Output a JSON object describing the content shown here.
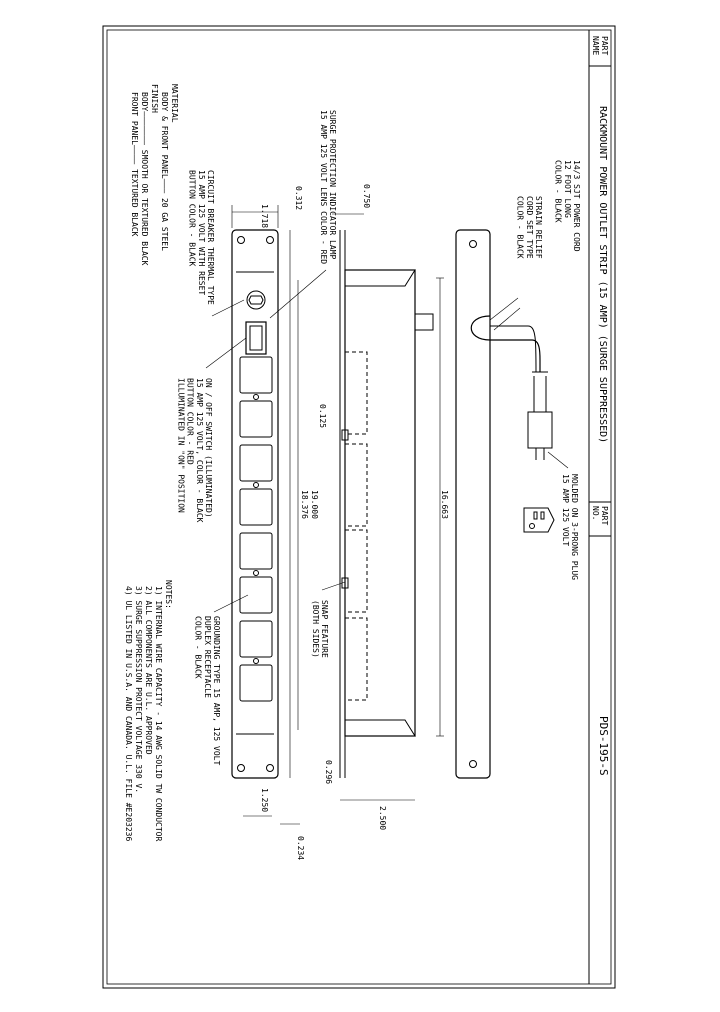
{
  "title_block": {
    "part_name_label": "PART\nNAME",
    "part_name": "RACKMOUNT POWER OUTLET STRIP (15 AMP) (SURGE SUPPRESSED)",
    "part_no_label": "PART\nNO.",
    "part_no": "PDS-195-S"
  },
  "callouts": {
    "cord": "14/3 SJT POWER CORD\n12 FOOT LONG\nCOLOR - BLACK",
    "strain": "STRAIN RELIEF\nCORD SET TYPE\nCOLOR - BLACK",
    "plug": "MOLDED ON 3-PRONG PLUG\n15 AMP 125 VOLT",
    "lamp": "SURGE PROTECTION INDICATOR LAMP\n15 AMP 125 VOLT LENS COLOR - RED",
    "breaker": "CIRCUIT BREAKER THERMAL TYPE\n15 AMP 125 VOLT WITH RESET\nBUTTON COLOR - BLACK",
    "switch": "ON / OFF SWITCH (ILLUMINATED)\n15 AMP 125 VOLT, COLOR - BLACK\nBUTTON COLOR - RED\nILLUMINATED IN \"ON\" POSITION",
    "receptacle": "GROUNDING TYPE 15 AMP, 125 VOLT\nDUPLEX RECEPTACLE\nCOLOR - BLACK",
    "snap": "SNAP FEATURE\n(BOTH SIDES)"
  },
  "dimensions": {
    "d0750": "0.750",
    "d1718": "1.718",
    "d0312": "0.312",
    "d0125": "0.125",
    "d16663": "16.663",
    "d19000": "19.000",
    "d18376": "18.376",
    "d0296": "0.296",
    "d2500": "2.500",
    "d1250": "1.250",
    "d0234": "0.234"
  },
  "material": {
    "heading": "MATERIAL",
    "body_front": "BODY & FRONT PANEL——— 20 GA STEEL",
    "finish": "FINISH",
    "body": "BODY——————— SMOOTH OR TEXTURED BLACK",
    "front": "FRONT PANEL———— TEXTURED BLACK"
  },
  "notes": {
    "heading": "NOTES:",
    "n1": "1) INTERNAL WIRE CAPACITY - 14 AWG SOLID TW CONDUCTOR",
    "n2": "2) ALL COMPONENTS ARE U.L. APPROVED",
    "n3": "3) SURGE SUPPRESSION PROTECT VOLTAGE  330 V.",
    "n4": "4) UL LISTED IN U.S.A. AND CANADA. U.L. FILE #E203236"
  }
}
